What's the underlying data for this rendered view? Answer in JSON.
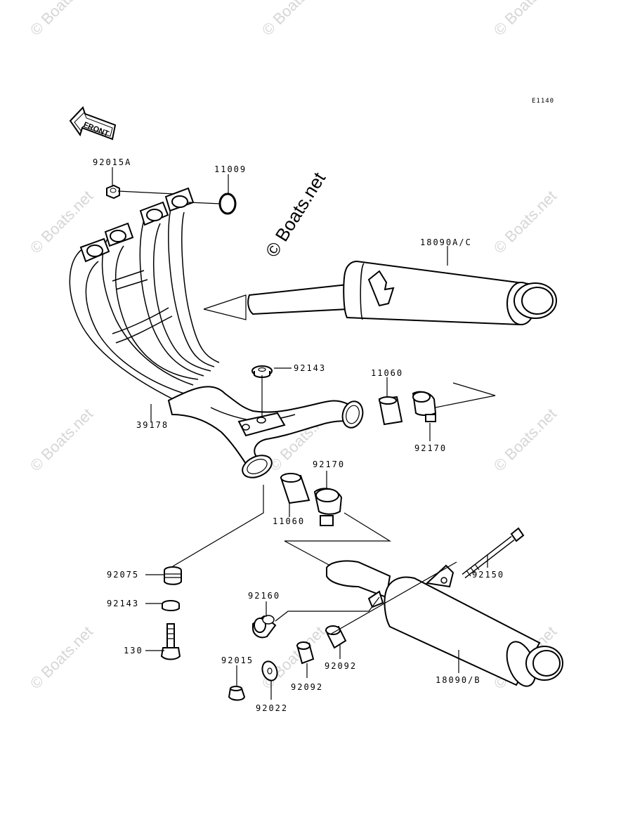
{
  "diagram_code": "E1140",
  "front_label": "FRONT",
  "watermark_main": "© Boats.net",
  "watermark_tile": "© Boats.net",
  "parts": {
    "p92015A": "92015A",
    "p11009": "11009",
    "p18090AC": "18090A/C",
    "p92143a": "92143",
    "p11060a": "11060",
    "p39178": "39178",
    "p92170a": "92170",
    "p92170b": "92170",
    "p11060b": "11060",
    "p92075": "92075",
    "p92150": "92150",
    "p92143b": "92143",
    "p92160": "92160",
    "p130": "130",
    "p92092a": "92092",
    "p92015": "92015",
    "p92092b": "92092",
    "p18090B": "18090/B",
    "p92022": "92022"
  }
}
